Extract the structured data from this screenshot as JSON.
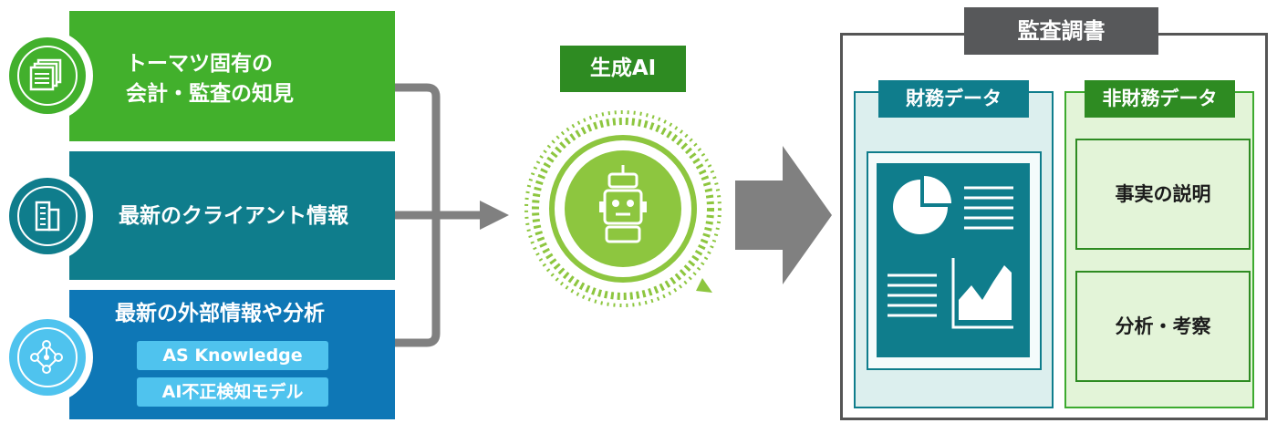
{
  "sources": [
    {
      "label": "トーマツ固有の\n会計・監査の知見",
      "color": "#42b02c",
      "icon": "documents-stack-icon"
    },
    {
      "label": "最新のクライアント情報",
      "color": "#0f7d8c",
      "icon": "building-icon"
    },
    {
      "label": "最新の外部情報や分析",
      "color": "#0e77b6",
      "icon": "network-nodes-icon",
      "tools": [
        "AS Knowledge",
        "AI不正検知モデル"
      ]
    }
  ],
  "generative_ai": {
    "label": "生成AI",
    "icon": "robot-icon",
    "color": "#8dc63f"
  },
  "audit_report": {
    "title": "監査調書",
    "financial": {
      "label": "財務データ",
      "icons": [
        "pie-chart-icon",
        "text-lines-icon",
        "area-chart-icon"
      ]
    },
    "non_financial": {
      "label": "非財務データ",
      "items": [
        "事実の説明",
        "分析・考察"
      ]
    }
  },
  "colors": {
    "arrow": "#808080",
    "green": "#42b02c",
    "teal": "#0f7d8c",
    "blue": "#0e77b6",
    "dark_gray": "#57585a"
  }
}
